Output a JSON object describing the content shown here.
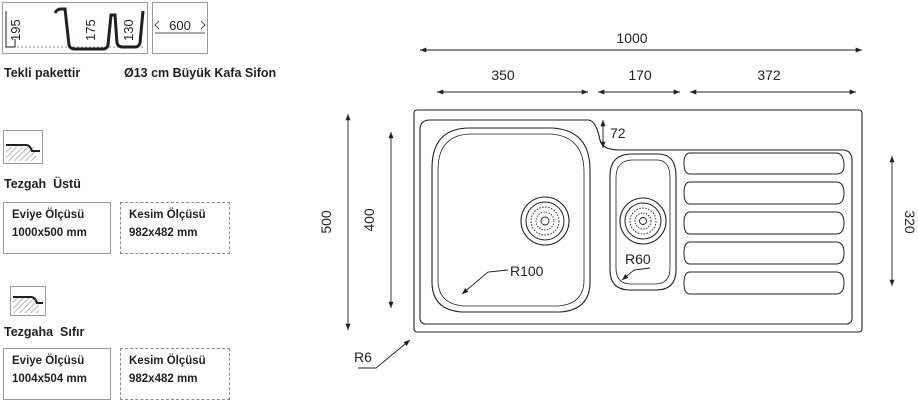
{
  "thumbnails": {
    "profile": {
      "dims": [
        "195",
        "175",
        "130"
      ]
    },
    "width": {
      "dim": "600"
    }
  },
  "labels": {
    "package": "Tekli pakettir",
    "siphon": "Ø13 cm Büyük Kafa Sifon"
  },
  "mount_top": {
    "title": "Tezgah  Üstü",
    "size_box": {
      "label": "Eviye Ölçüsü",
      "value": "1000x500 mm"
    },
    "cut_box": {
      "label": "Kesim Ölçüsü",
      "value": "982x482 mm"
    }
  },
  "mount_flush": {
    "title": "Tezgaha  Sıfır",
    "size_box": {
      "label": "Eviye Ölçüsü",
      "value": "1004x504 mm"
    },
    "cut_box": {
      "label": "Kesim Ölçüsü",
      "value": "982x482 mm"
    }
  },
  "drawing": {
    "overall_width": "1000",
    "seg_left": "350",
    "seg_mid": "170",
    "seg_right": "372",
    "inner_offset": "72",
    "overall_height": "500",
    "bowl_height": "400",
    "drainer_height": "320",
    "radius_big": "R100",
    "radius_small": "R60",
    "radius_corner": "R6"
  },
  "colors": {
    "line": "#231f20",
    "hatch": "#9a9a9a",
    "border": "#9a9a9a"
  }
}
